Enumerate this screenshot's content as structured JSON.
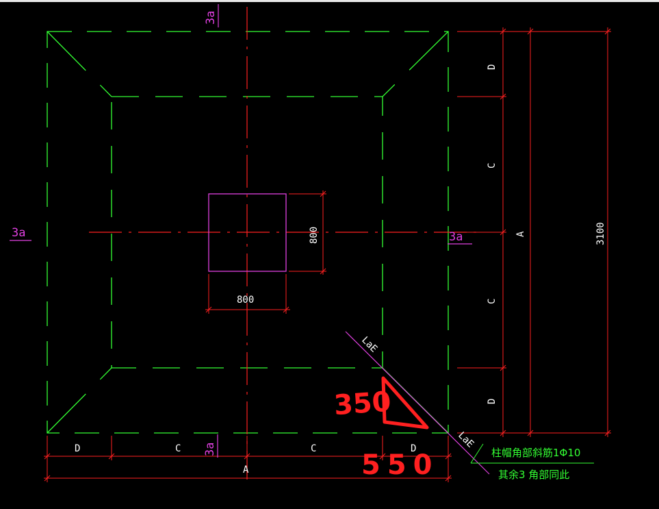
{
  "labels": {
    "top_section": "3a",
    "left_section": "3a",
    "center_section": "3a",
    "bottom_section": "3a",
    "col_width": "800",
    "col_height": "800",
    "total_height": "3100",
    "bottom_d1": "D",
    "bottom_c1": "C",
    "bottom_c2": "C",
    "bottom_d2": "D",
    "bottom_total": "A",
    "right_d1": "D",
    "right_c1": "C",
    "right_c2": "C",
    "right_d2": "D",
    "right_total": "A",
    "lae_upper": "LaE",
    "lae_lower": "LaE",
    "note_line1": "柱帽角部斜筋1Φ10",
    "note_line2": "其余3 角部同此",
    "hand_350": "350",
    "hand_550": "550"
  },
  "colors": {
    "background": "#000000",
    "outline": "#33ff33",
    "axis": "#ff2020",
    "column": "#e040e0",
    "dimension": "#ff2020",
    "text": "#ffffff",
    "annotation": "#ff2020"
  }
}
